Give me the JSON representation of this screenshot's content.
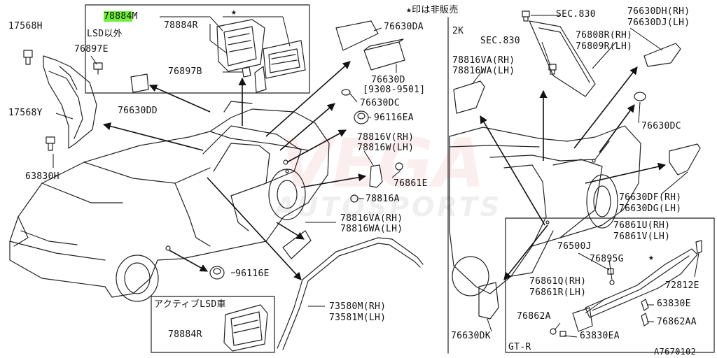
{
  "callouts": {
    "p78884m_a": "78884",
    "p78884m_b": "M",
    "p78884r_top": "78884R",
    "lsd_except": "LSD以外",
    "star_mark": "★",
    "p17568h": "17568H",
    "p76897e": "76897E",
    "p76897b": "76897B",
    "p17568y": "17568Y",
    "p76630dd": "76630DD",
    "p63830h": "63830H",
    "p96116e": "96116E",
    "active_lsd": "アクティブLSD車",
    "p78884r_bottom": "78884R",
    "p76630da": "76630DA",
    "p76630d": "76630D",
    "p76630d_range": "[9308-9501]",
    "p76630dc_a": "76630DC",
    "p96116ea": "96116EA",
    "p78816v": "78816V(RH)",
    "p78816w": "78816W(LH)",
    "p76861e": "76861E",
    "p78816a": "78816A",
    "p78816va_a": "78816VA(RH)",
    "p78816wa_a": "78816WA(LH)",
    "p73580m": "73580M(RH)",
    "p73581m": "73581M(LH)",
    "not_for_sale": "★印は非販売",
    "p2k": "2K",
    "sec830_a": "SEC.830",
    "sec830_b": "SEC.830",
    "p76808r": "76808R(RH)",
    "p76809r": "76809R(LH)",
    "p76630dh": "76630DH(RH)",
    "p76630dj": "76630DJ(LH)",
    "p78816va_b": "78816VA(RH)",
    "p78816wa_b": "78816WA(LH)",
    "p76630dc_b": "76630DC",
    "p76630df": "76630DF(RH)",
    "p76630dg": "76630DG(LH)",
    "p76861u": "76861U(RH)",
    "p76861v": "76861V(LH)",
    "p76500j": "76500J",
    "p76895g": "76895G",
    "star_mark_2": "★",
    "p72812e": "72812E",
    "p76861q": "76861Q(RH)",
    "p76861r": "76861R(LH)",
    "p63830e": "63830E",
    "p76862a": "76862A",
    "p76862aa": "76862AA",
    "p63830ea": "63830EA",
    "p76630dk": "76630DK",
    "gtr": "GT-R",
    "figure_code": "A7670102"
  },
  "watermark": {
    "line1": "VEGA",
    "line2": "AUTOSPORTS",
    "color": "#d22630"
  },
  "colors": {
    "line": "#111111",
    "highlight": "#6ff03a"
  }
}
